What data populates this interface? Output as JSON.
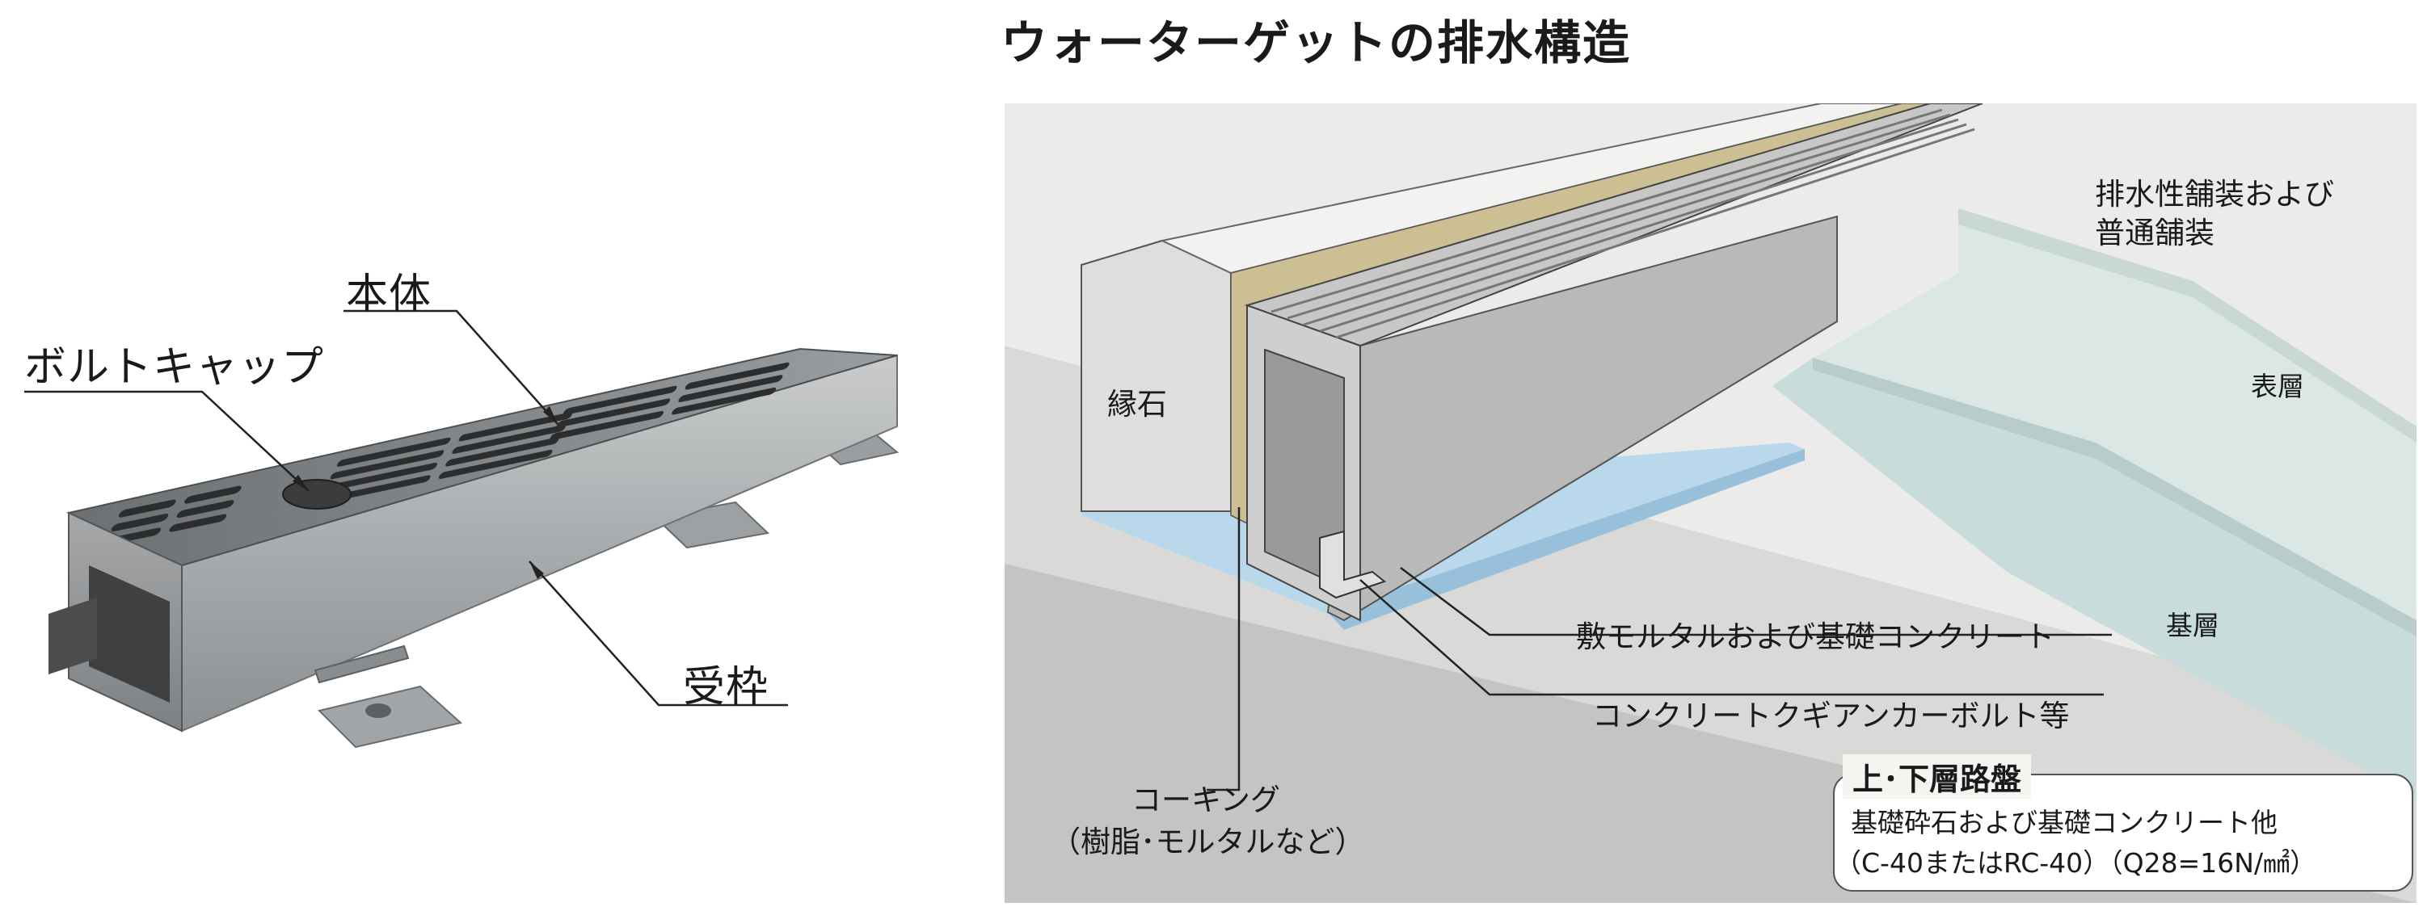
{
  "left": {
    "labels": {
      "body": "本体",
      "bolt_cap": "ボルトキャップ",
      "frame": "受枠"
    }
  },
  "right": {
    "title": "ウォーターゲットの排水構造",
    "labels": {
      "curb": "縁石",
      "pavement_line1": "排水性舗装および",
      "pavement_line2": "普通舗装",
      "surface_layer": "表層",
      "base_layer": "基層",
      "mortar": "敷モルタルおよび基礎コンクリート",
      "anchor": "コンクリートクギアンカーボルト等",
      "caulking_line1": "コーキング",
      "caulking_line2": "（樹脂･モルタルなど）",
      "roadbed_title": "上･下層路盤",
      "roadbed_line1": "基礎砕石および基礎コンクリート他",
      "roadbed_line2": "（C-40またはRC-40）（Q28=16N/㎟）"
    }
  }
}
